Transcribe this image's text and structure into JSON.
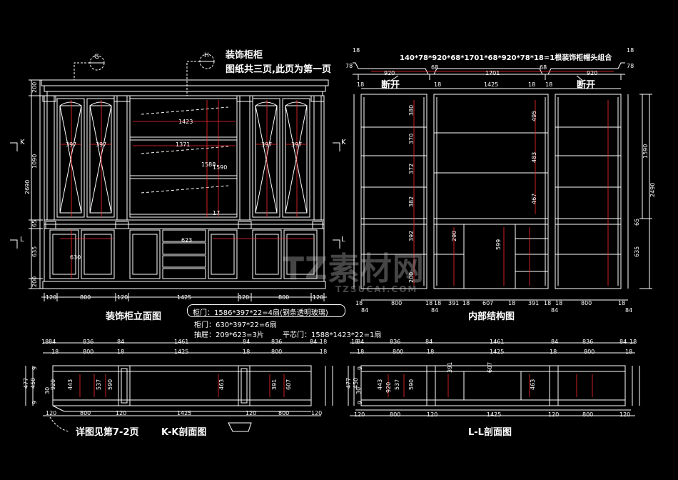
{
  "title": {
    "name": "装饰柜柜",
    "pages": "图纸共三页,此页为第一页"
  },
  "crown_combo": "140*78*920*68*1701*68*920*78*18=1根装饰柜帽头组合",
  "break_marks": [
    "断开",
    "断开"
  ],
  "views": {
    "elevation": "装饰柜立面图",
    "internal": "内部结构图",
    "kk": "K-K剖面图",
    "ll": "L-L剖面图",
    "detail_note": "详图见第7-2页"
  },
  "section_markers": {
    "k": "K",
    "l": "L",
    "g": "G",
    "h": "H"
  },
  "specs": {
    "glass_doors": "柜门：1586*397*22=4扇(钢条透明玻璃)",
    "doors": "柜门：630*397*22=6扇",
    "drawers": "抽屉：209*623=3片",
    "flat_door": "平芯门：1588*1423*22=1扇"
  },
  "dims": {
    "elev_bottom": [
      "120",
      "800",
      "120",
      "1425",
      "120",
      "800",
      "120"
    ],
    "elev_left": [
      "200",
      "1090",
      "2690",
      "65",
      "635",
      "200"
    ],
    "elev_inner": [
      "397",
      "397",
      "1371",
      "397",
      "397",
      "1423",
      "1588",
      "1590",
      "17",
      "623",
      "630"
    ],
    "crown": [
      "18",
      "78",
      "920",
      "68",
      "1701",
      "68",
      "920",
      "78",
      "18"
    ],
    "internal_top": [
      "18",
      "18",
      "1425",
      "18",
      "18"
    ],
    "internal_bottom": [
      "18",
      "800",
      "18",
      "18",
      "391",
      "18",
      "607",
      "18",
      "391",
      "18",
      "18",
      "800",
      "18"
    ],
    "internal_bottom2": [
      "84",
      "84",
      "84",
      "84"
    ],
    "internal_vert": [
      "380",
      "370",
      "372",
      "382",
      "392",
      "290",
      "200",
      "495",
      "483",
      "467",
      "599"
    ],
    "internal_right": [
      "1590",
      "2490",
      "65",
      "635"
    ],
    "section_top": [
      "18",
      "84",
      "836",
      "84",
      "1461",
      "84",
      "836",
      "84",
      "18"
    ],
    "section_mid": [
      "18",
      "800",
      "18",
      "1425",
      "18",
      "800",
      "18"
    ],
    "section_left": [
      "477",
      "450",
      "9",
      "9",
      "30"
    ],
    "section_inner": [
      "443",
      "537",
      "590",
      "463",
      "391",
      "607",
      "920"
    ],
    "section_bottom": [
      "120",
      "800",
      "120",
      "1425",
      "120",
      "800",
      "120"
    ]
  },
  "watermark": {
    "main": "TZ素材网",
    "url": "TZSUCAI.COM"
  }
}
